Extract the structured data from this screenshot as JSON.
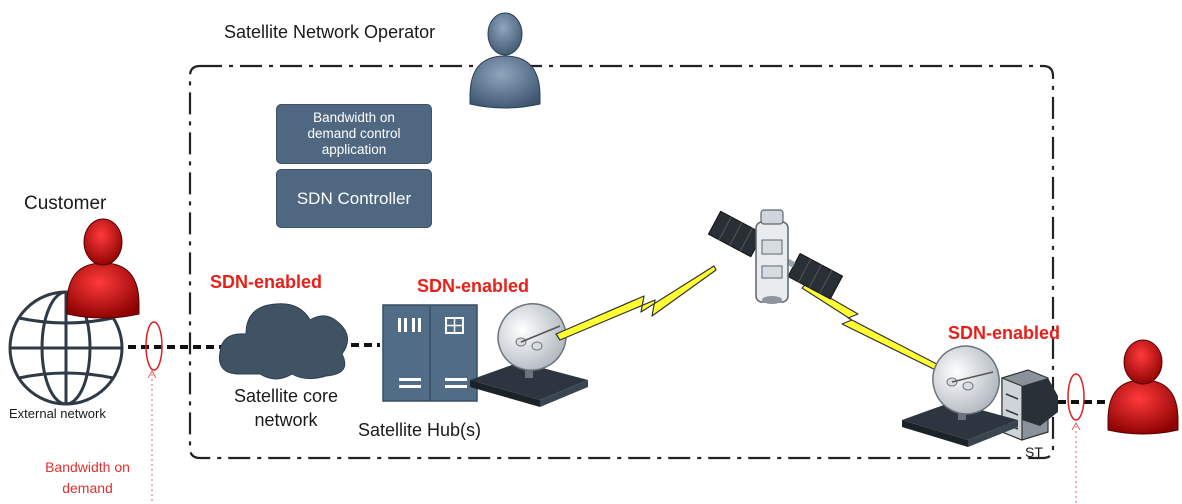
{
  "operator": {
    "label": "Satellite Network Operator"
  },
  "customer": {
    "label": "Customer",
    "network_label": "External network"
  },
  "controller_stack": {
    "app_label": "Bandwidth on demand control application",
    "controller_label": "SDN Controller"
  },
  "core": {
    "label": "Satellite core network",
    "sdn_label": "SDN-enabled"
  },
  "hub": {
    "label": "Satellite Hub(s)",
    "sdn_label": "SDN-enabled"
  },
  "terminal": {
    "label": "ST",
    "sdn_label": "SDN-enabled"
  },
  "annotation": {
    "label": "Bandwidth on demand"
  },
  "colors": {
    "accent_red": "#e8201a",
    "box_fill": "#4f6781",
    "user_operator": "#5b7794",
    "user_customer": "#c00000",
    "beam": "#ffff33"
  }
}
